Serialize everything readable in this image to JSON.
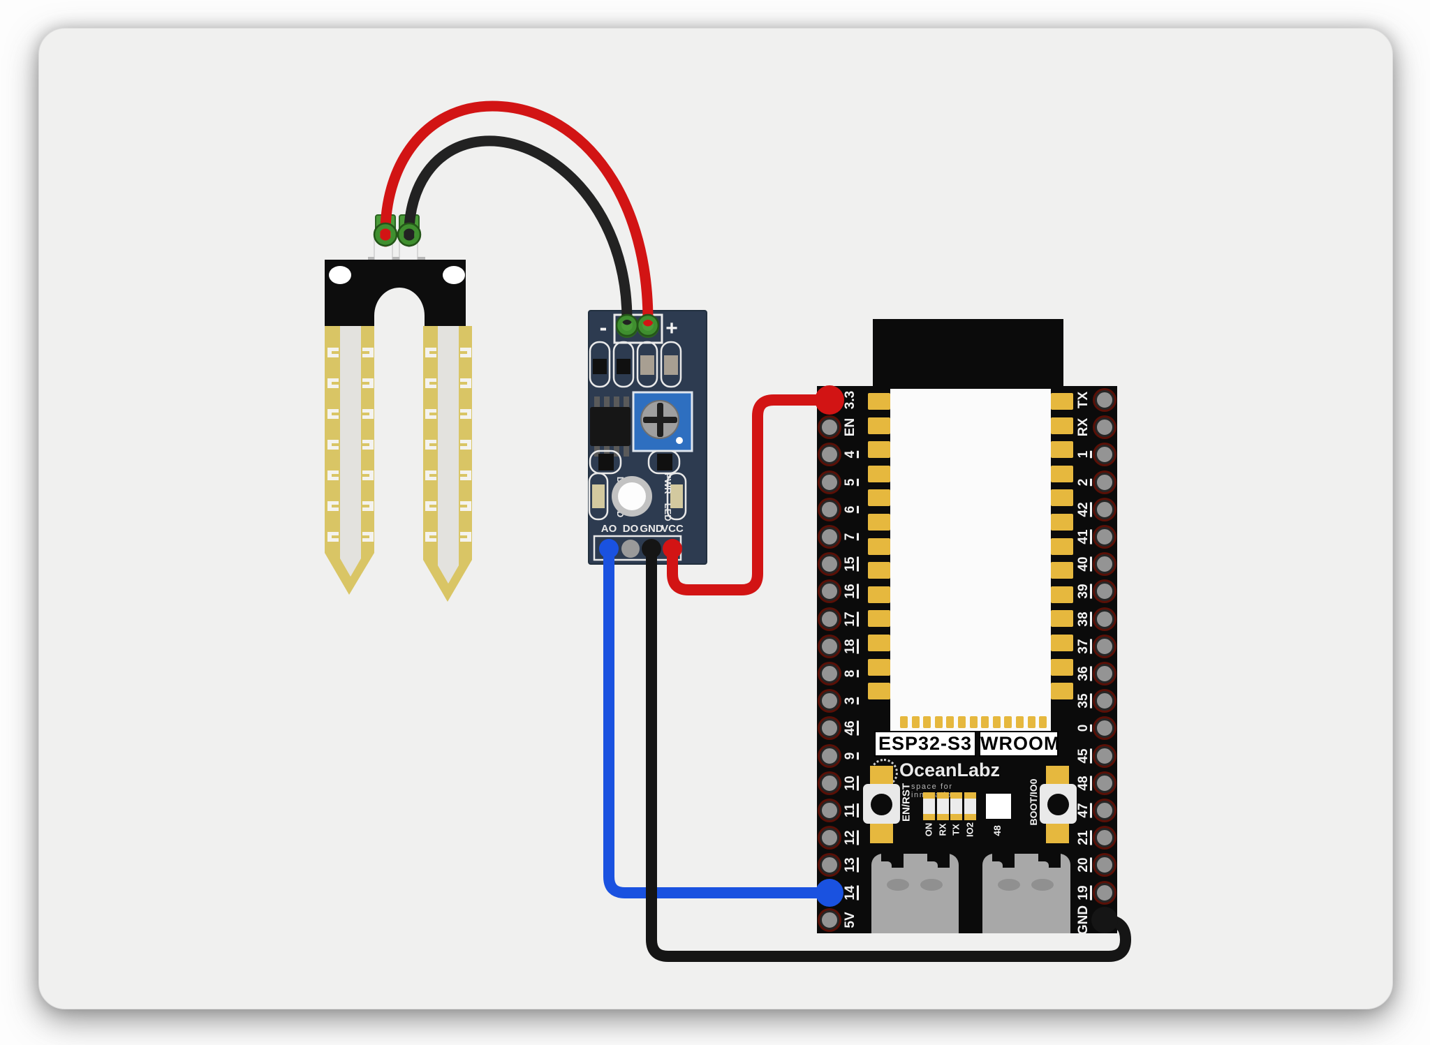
{
  "colors": {
    "card_bg": "#f0f0ef",
    "module_pcb": "#2d3b50",
    "esp_pcb": "#0b0b0b",
    "gold": "#e6b83e",
    "probe_gold": "#d9c565",
    "pot_blue": "#2e6fc0",
    "terminal_green": "#3f8f2f"
  },
  "sensor_module": {
    "minus_label": "-",
    "plus_label": "+",
    "do_led_label": "DO—LED",
    "pwr_led_label": "PWR—LED",
    "pins": [
      "AO",
      "DO",
      "GND",
      "VCC"
    ]
  },
  "esp32": {
    "chip_label": "ESP32-S3",
    "chip_variant": "WROOM",
    "brand": "OceanLabz",
    "tagline": "space for innovation",
    "button_left_label": "EN/RST",
    "button_right_label": "BOOT/IO0",
    "io_pad_label": "48",
    "status_leds": [
      "ON",
      "RX",
      "TX",
      "IO2"
    ],
    "left_pins": [
      "3.3",
      "EN",
      "4",
      "5",
      "6",
      "7",
      "15",
      "16",
      "17",
      "18",
      "8",
      "3",
      "46",
      "9",
      "10",
      "11",
      "12",
      "13",
      "14",
      "5V"
    ],
    "right_pins": [
      "TX",
      "RX",
      "1",
      "2",
      "42",
      "41",
      "40",
      "39",
      "38",
      "37",
      "36",
      "35",
      "0",
      "45",
      "48",
      "47",
      "21",
      "20",
      "19",
      "GND"
    ]
  },
  "wires": [
    {
      "id": "probe-red",
      "color": "#d21414",
      "from": "probe-left-terminal",
      "to": "module-plus"
    },
    {
      "id": "probe-black",
      "color": "#222222",
      "from": "probe-right-terminal",
      "to": "module-minus"
    },
    {
      "id": "vcc-red",
      "color": "#d21414",
      "from": "module-VCC",
      "to": "esp32-3.3"
    },
    {
      "id": "analog-blue",
      "color": "#1a52e0",
      "from": "module-AO",
      "to": "esp32-14"
    },
    {
      "id": "gnd-black",
      "color": "#151515",
      "from": "module-GND",
      "to": "esp32-GND"
    }
  ]
}
